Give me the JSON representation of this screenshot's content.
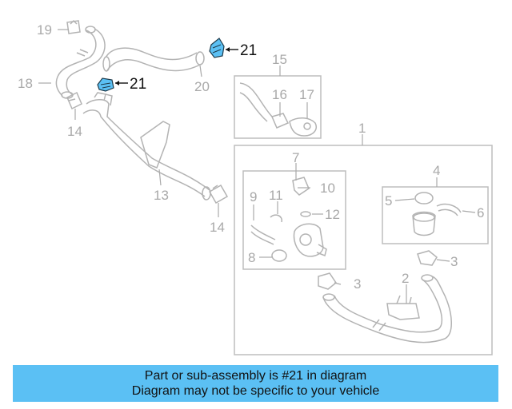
{
  "callouts": {
    "c1": "1",
    "c2": "2",
    "c3a": "3",
    "c3b": "3",
    "c4": "4",
    "c5": "5",
    "c6": "6",
    "c7": "7",
    "c8": "8",
    "c9": "9",
    "c10": "10",
    "c11": "11",
    "c12": "12",
    "c13": "13",
    "c14a": "14",
    "c14b": "14",
    "c15": "15",
    "c16": "16",
    "c17": "17",
    "c18": "18",
    "c19": "19",
    "c20": "20",
    "c21a": "21",
    "c21b": "21"
  },
  "highlight_color": "#5bc0f4",
  "banner": {
    "line1": "Part or sub-assembly is #21 in diagram",
    "line2": "Diagram may not be specific to your vehicle"
  }
}
